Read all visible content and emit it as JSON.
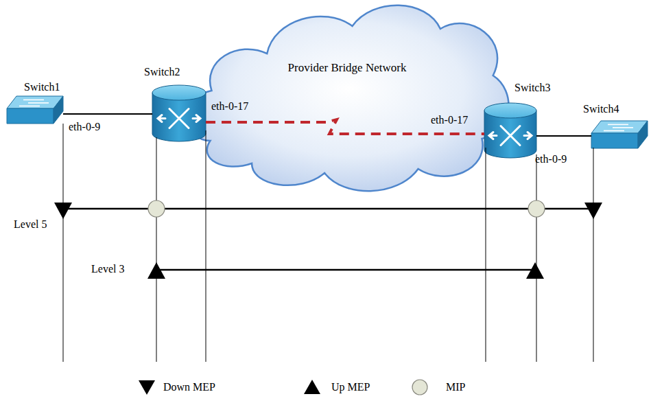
{
  "diagram": {
    "nodes": [
      {
        "text": [
          "Switch1"
        ]
      },
      {
        "text": [
          "Switch2"
        ]
      },
      {
        "text": [
          "Provider Bridge Network"
        ]
      },
      {
        "text": [
          "Switch3"
        ]
      },
      {
        "text": [
          "Switch4"
        ]
      }
    ],
    "edges": [
      {
        "from": 0,
        "to": 1,
        "arrow": "none"
      },
      {
        "from": 1,
        "to": 3,
        "arrow": "none"
      },
      {
        "from": 3,
        "to": 4,
        "arrow": "none"
      }
    ],
    "labels": [
      "eth-0-9",
      "eth-0-17",
      "eth-0-17",
      "eth-0-9",
      "Level 5",
      "Level 3"
    ],
    "legend": [
      {
        "text": "Down MEP"
      },
      {
        "text": "Up MEP"
      },
      {
        "text": "MIP"
      }
    ]
  }
}
